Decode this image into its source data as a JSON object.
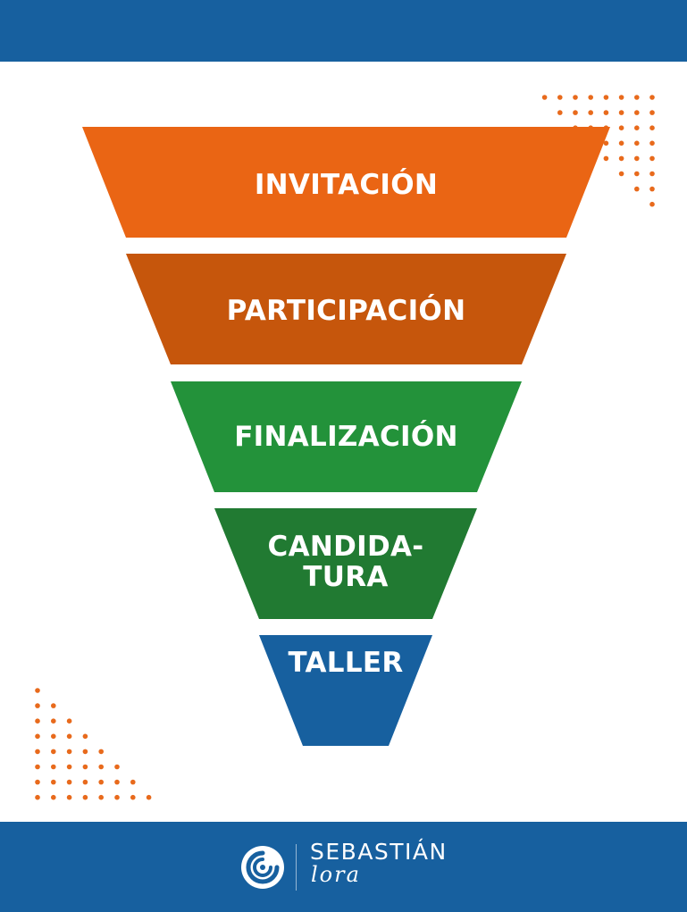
{
  "colors": {
    "header_bar": "#17609f",
    "footer_bar": "#17609f",
    "dot_accent": "#e86a1c",
    "background": "#ffffff"
  },
  "funnel": {
    "stages": [
      {
        "lines": [
          "INVITACIÓN"
        ],
        "color": "#ea6514"
      },
      {
        "lines": [
          "PARTICIPACIÓN"
        ],
        "color": "#c6560c"
      },
      {
        "lines": [
          "FINALIZACIÓN"
        ],
        "color": "#23923a"
      },
      {
        "lines": [
          "CANDIDA-",
          "TURA"
        ],
        "color": "#217a32"
      },
      {
        "lines": [
          "TALLER"
        ],
        "color": "#17609f"
      }
    ]
  },
  "footer": {
    "logo_icon": "swirl-logo-icon",
    "brand_name": "SEBASTIÁN",
    "brand_script": "lora"
  }
}
